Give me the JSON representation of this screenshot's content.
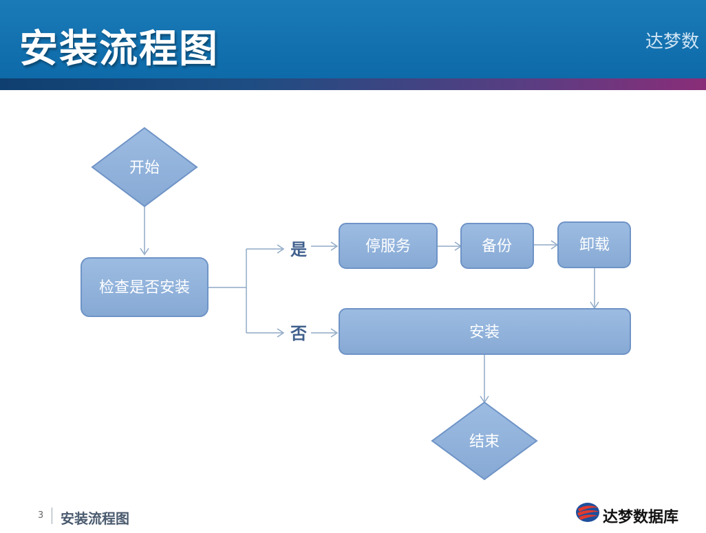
{
  "header": {
    "title": "安装流程图",
    "brand": "达梦数"
  },
  "diagram": {
    "start": "开始",
    "check": "检查是否安装",
    "yes_label": "是",
    "no_label": "否",
    "stop_service": "停服务",
    "backup": "备份",
    "uninstall": "卸载",
    "install": "安装",
    "end": "结束"
  },
  "footer": {
    "page_number": "3",
    "title": "安装流程图",
    "brand": "达梦数据库"
  },
  "colors": {
    "node_fill": "#8fb0d8",
    "node_stroke": "#6e93c6",
    "connector": "#8fa9c6",
    "header_bg": "#0e6aa8"
  }
}
